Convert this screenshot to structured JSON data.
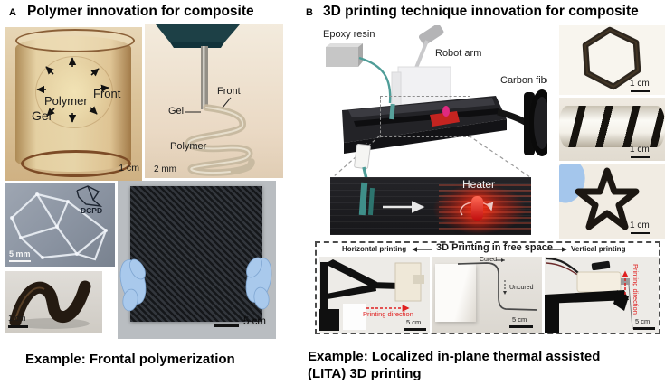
{
  "figure": {
    "panel_a": {
      "tag": "A",
      "title": "Polymer innovation for composite",
      "caption": "Example: Frontal polymerization",
      "cylinder": {
        "polymer": "Polymer",
        "front": "Front",
        "gel": "Gel",
        "scale": "1 cm"
      },
      "coil": {
        "front": "Front",
        "gel": "Gel",
        "polymer": "Polymer",
        "scale": "2 mm"
      },
      "lattice": {
        "molecule": "DCPD",
        "scale": "5 mm"
      },
      "sheet": {
        "scale": "5 cm"
      },
      "curved": {
        "scale": "1 cm"
      }
    },
    "panel_b": {
      "tag": "B",
      "title": "3D printing technique innovation for composite",
      "caption": [
        "Example: Localized in-plane thermal assisted",
        "(LITA) 3D printing"
      ],
      "schematic": {
        "epoxy": "Epoxy resin",
        "robot": "Robot arm",
        "fibers": "Carbon fibers"
      },
      "inset": {
        "heater": "Heater"
      },
      "hexagon": {
        "scale": "1 cm"
      },
      "cylinder": {
        "scale": "1 cm"
      },
      "star": {
        "scale": "1 cm"
      },
      "freespace": {
        "left": "Horizontal printing",
        "center": "3D Printing in free space",
        "right": "Vertical printing",
        "horizontal": {
          "direction": "Printing direction",
          "scale": "5 cm"
        },
        "free": {
          "cured": "Cured",
          "uncured": "Uncured",
          "scale": "5 cm"
        },
        "vertical": {
          "direction": "Printing direction",
          "scale": "5 cm"
        }
      }
    },
    "colors": {
      "accent_red": "#e02020",
      "heater_red": "#d42015",
      "teal_tube": "#4f9d98",
      "glove_blue": "#a9c9ec"
    }
  }
}
